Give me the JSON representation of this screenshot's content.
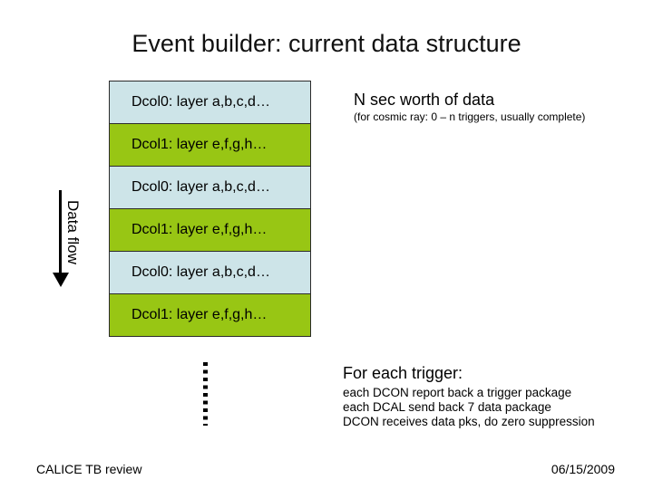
{
  "slide": {
    "title": "Event builder: current data structure",
    "stack": {
      "rows": [
        {
          "label": "Dcol0: layer a,b,c,d…",
          "color": "#cde4e8"
        },
        {
          "label": "Dcol1: layer e,f,g,h…",
          "color": "#98c614"
        },
        {
          "label": "Dcol0: layer a,b,c,d…",
          "color": "#cde4e8"
        },
        {
          "label": "Dcol1: layer e,f,g,h…",
          "color": "#98c614"
        },
        {
          "label": "Dcol0: layer a,b,c,d…",
          "color": "#cde4e8"
        },
        {
          "label": "Dcol1: layer e,f,g,h…",
          "color": "#98c614"
        }
      ]
    },
    "data_flow_label": "Data flow",
    "n_sec": {
      "heading": "N sec worth of data",
      "subtext": "(for cosmic ray: 0 – n triggers, usually complete)"
    },
    "trigger": {
      "heading": "For each trigger:",
      "lines": [
        "each DCON report back a trigger package",
        "each DCAL send back 7 data package",
        "DCON receives data pks, do zero suppression"
      ]
    },
    "footer": {
      "left": "CALICE TB review",
      "right": "06/15/2009"
    }
  },
  "colors": {
    "box_blue": "#cde4e8",
    "box_green": "#98c614",
    "box_border": "#2b2b2b",
    "ink": "#000000",
    "background": "#ffffff"
  }
}
